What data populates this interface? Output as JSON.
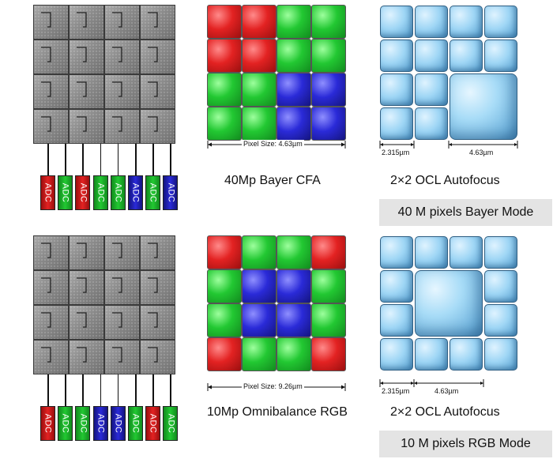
{
  "colors": {
    "red": "#e32222",
    "green": "#22c832",
    "blue": "#2a2ad8",
    "ocl_blue": "#8ccdf2"
  },
  "adc_label": "ADC",
  "top": {
    "adc_colors": [
      "red",
      "green",
      "red",
      "green",
      "green",
      "blue",
      "green",
      "blue"
    ],
    "cfa_grid": [
      [
        "red",
        "red",
        "green",
        "green"
      ],
      [
        "red",
        "red",
        "green",
        "green"
      ],
      [
        "green",
        "green",
        "blue",
        "blue"
      ],
      [
        "green",
        "green",
        "blue",
        "blue"
      ]
    ],
    "cfa_pixel_size_label": "Pixel Size: 4.63µm",
    "cfa_caption": "40Mp Bayer CFA",
    "ocl_left_label": "2.315µm",
    "ocl_right_label": "4.63µm",
    "ocl_caption": "2×2 OCL Autofocus",
    "mode_label": "40 M pixels Bayer Mode"
  },
  "bottom": {
    "adc_colors": [
      "red",
      "green",
      "green",
      "blue",
      "blue",
      "green",
      "red",
      "green"
    ],
    "cfa_grid": [
      [
        "red",
        "green",
        "green",
        "red"
      ],
      [
        "green",
        "blue",
        "blue",
        "green"
      ],
      [
        "green",
        "blue",
        "blue",
        "green"
      ],
      [
        "red",
        "green",
        "green",
        "red"
      ]
    ],
    "cfa_pixel_size_label": "Pixel Size: 9.26µm",
    "cfa_caption": "10Mp Omnibalance RGB",
    "ocl_left_label": "2.315µm",
    "ocl_right_label": "4.63µm",
    "ocl_caption": "2×2 OCL Autofocus",
    "mode_label": "10 M pixels RGB Mode"
  }
}
